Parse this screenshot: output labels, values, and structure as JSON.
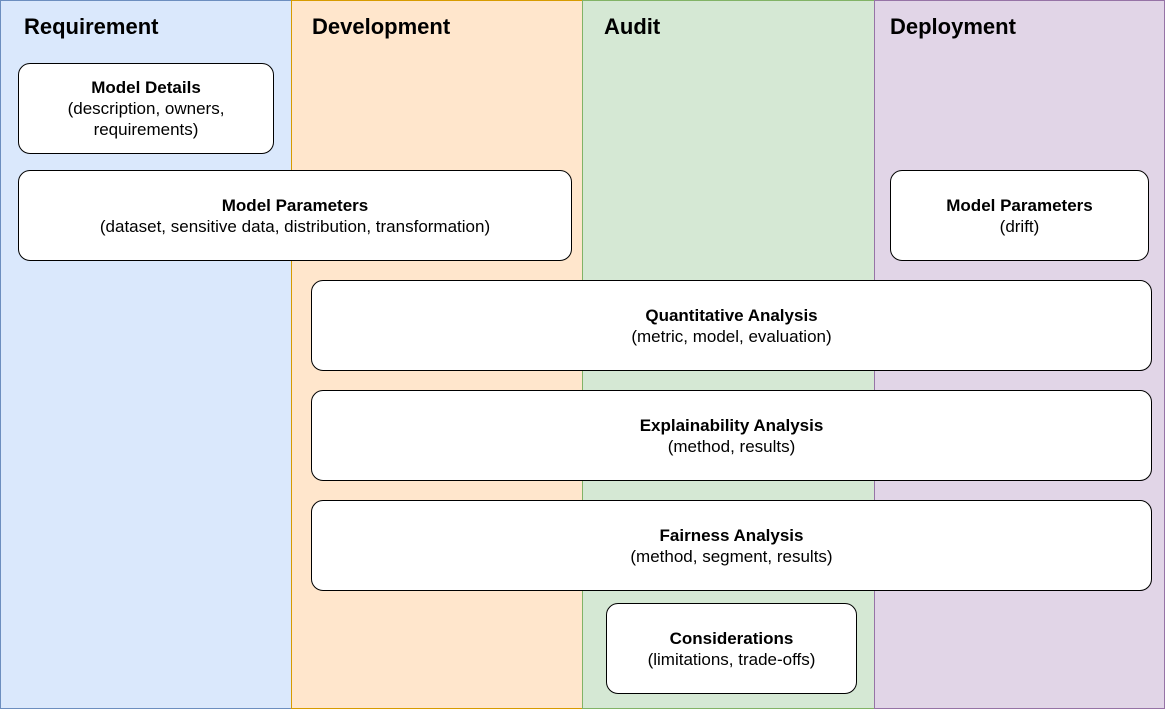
{
  "colors": {
    "requirement_fill": "#dae8fc",
    "requirement_stroke": "#6c8ebf",
    "development_fill": "#ffe6cc",
    "development_stroke": "#d79b00",
    "audit_fill": "#d5e8d4",
    "audit_stroke": "#82b366",
    "deployment_fill": "#e1d5e7",
    "deployment_stroke": "#9673a6"
  },
  "lanes": {
    "requirement": "Requirement",
    "development": "Development",
    "audit": "Audit",
    "deployment": "Deployment"
  },
  "boxes": {
    "model_details": {
      "title": "Model Details",
      "desc": "(description, owners, requirements)"
    },
    "model_parameters_left": {
      "title": "Model Parameters",
      "desc": "(dataset, sensitive data, distribution, transformation)"
    },
    "model_parameters_right": {
      "title": "Model Parameters",
      "desc": "(drift)"
    },
    "quantitative_analysis": {
      "title": "Quantitative Analysis",
      "desc": "(metric, model, evaluation)"
    },
    "explainability_analysis": {
      "title": "Explainability Analysis",
      "desc": "(method, results)"
    },
    "fairness_analysis": {
      "title": "Fairness Analysis",
      "desc": "(method, segment, results)"
    },
    "considerations": {
      "title": "Considerations",
      "desc": "(limitations, trade-offs)"
    }
  }
}
